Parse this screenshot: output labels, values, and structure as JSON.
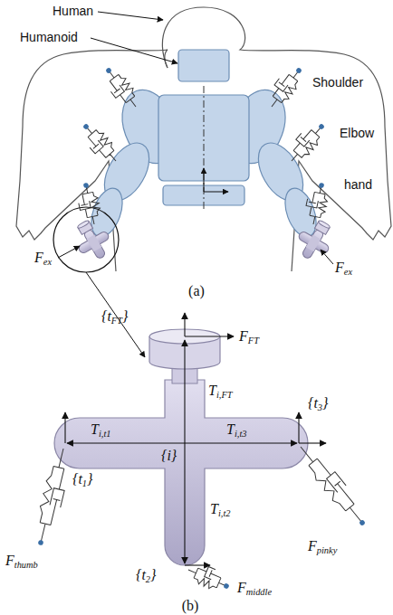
{
  "diagram": {
    "labels": [
      "Human",
      "Humanoid",
      "Shoulder",
      "Elbow",
      "hand",
      "Fex",
      "Fex",
      "(a)",
      "{tFT}",
      "FFT",
      "Ti,FT",
      "{i}",
      "Ti,t1",
      "Ti,t3",
      "{t3}",
      "{t1}",
      "Ti,t2",
      "{t2}",
      "Fthumb",
      "Fpinky",
      "Fmiddle",
      "(b)"
    ]
  }
}
